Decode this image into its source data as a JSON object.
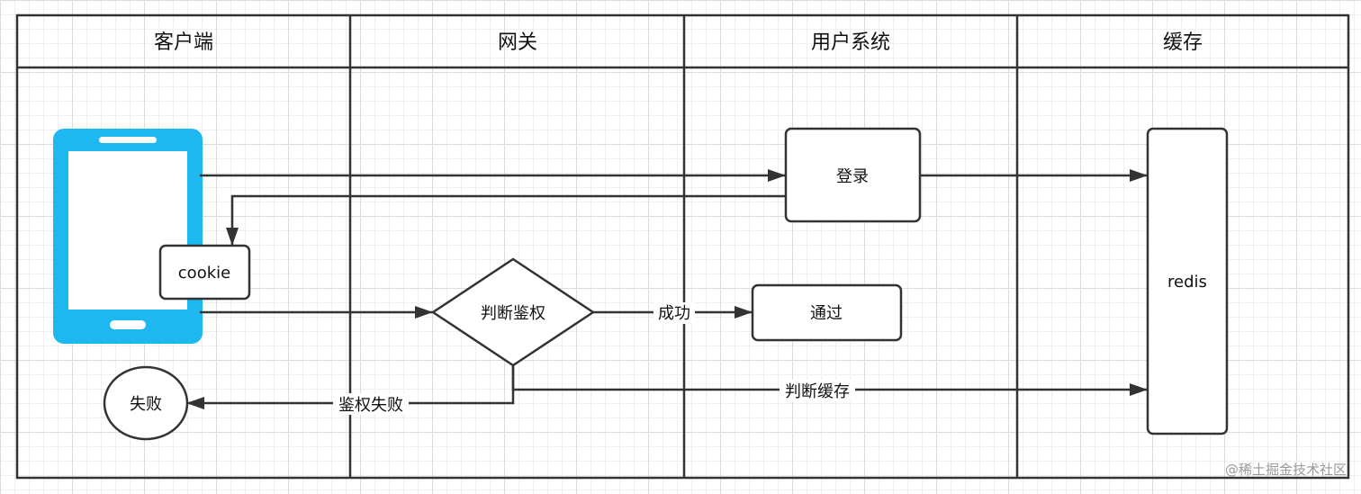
{
  "lanes": [
    {
      "label": "客户端"
    },
    {
      "label": "网关"
    },
    {
      "label": "用户系统"
    },
    {
      "label": "缓存"
    }
  ],
  "nodes": {
    "cookie": "cookie",
    "login": "登录",
    "judge_auth": "判断鉴权",
    "pass": "通过",
    "fail": "失败",
    "redis": "redis"
  },
  "edges": {
    "success": "成功",
    "auth_fail": "鉴权失败",
    "judge_cache": "判断缓存"
  },
  "watermark": "@稀土掘金技术社区",
  "colors": {
    "phone": "#1cb8ef",
    "stroke": "#333333"
  }
}
